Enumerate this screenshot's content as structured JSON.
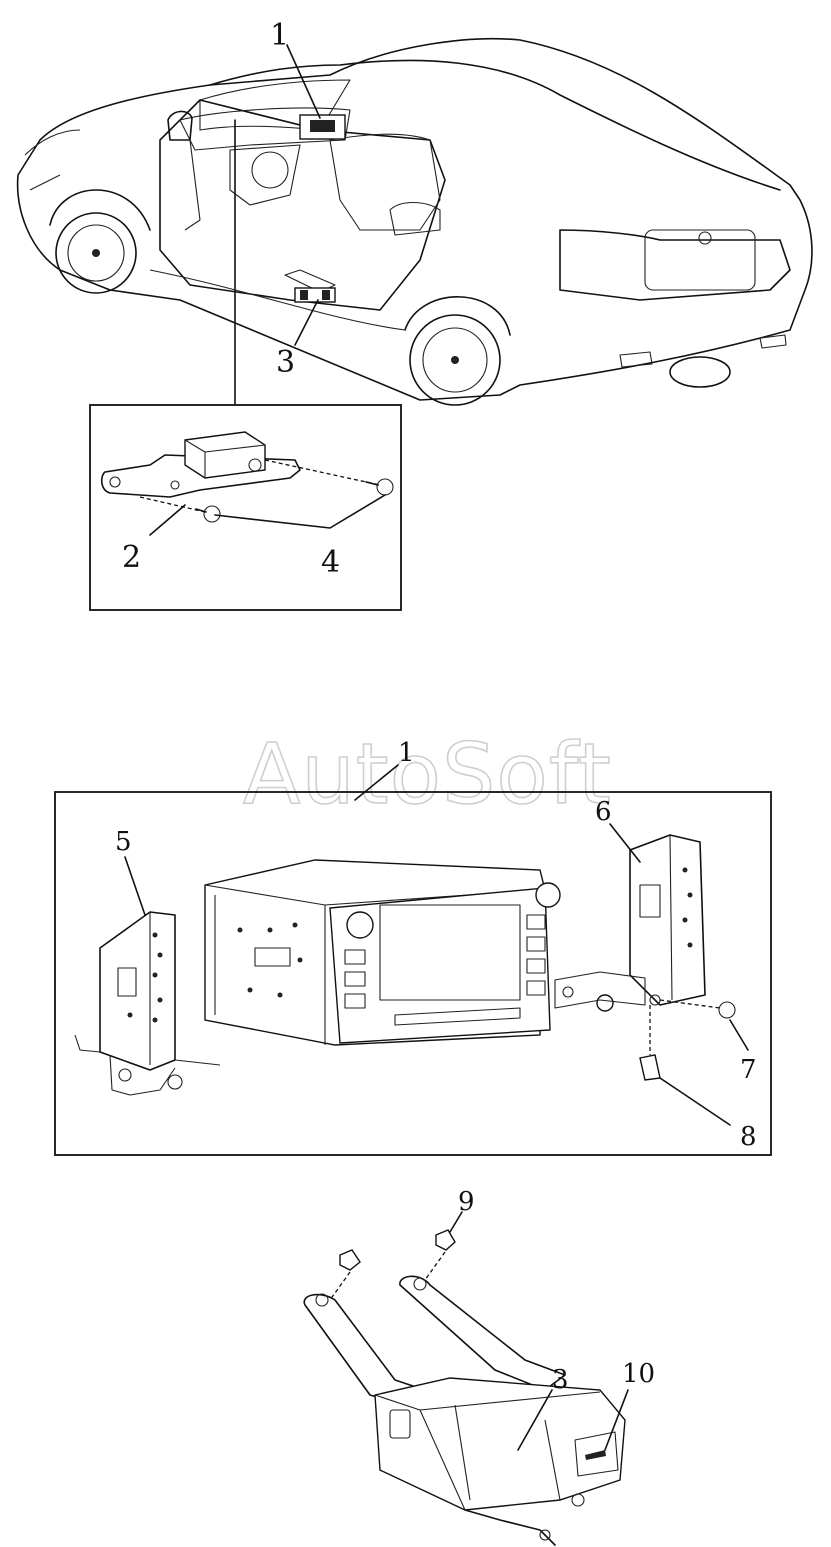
{
  "watermark": "AutoSoft",
  "callouts": {
    "top_1": "1",
    "top_2": "2",
    "top_3": "3",
    "top_4": "4",
    "mid_1": "1",
    "mid_5": "5",
    "mid_6": "6",
    "mid_7": "7",
    "mid_8": "8",
    "bot_3": "3",
    "bot_9": "9",
    "bot_10": "10"
  }
}
